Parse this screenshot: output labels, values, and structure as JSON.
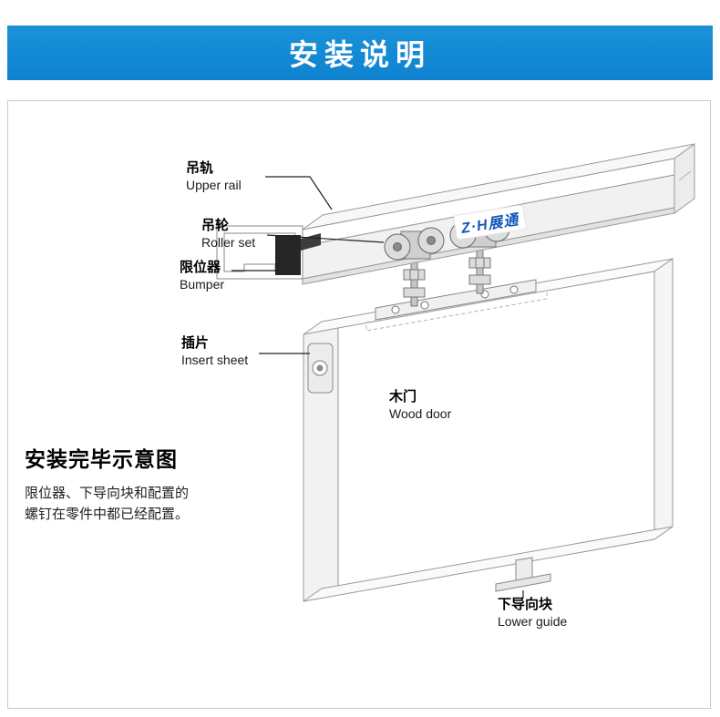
{
  "header": {
    "title": "安装说明"
  },
  "logo": {
    "text": "Z·H展通"
  },
  "labels": {
    "upper_rail": {
      "zh": "吊轨",
      "en": "Upper rail"
    },
    "roller_set": {
      "zh": "吊轮",
      "en": "Roller set"
    },
    "bumper": {
      "zh": "限位器",
      "en": "Bumper"
    },
    "insert_sheet": {
      "zh": "插片",
      "en": "Insert sheet"
    },
    "wood_door": {
      "zh": "木门",
      "en": "Wood door"
    },
    "lower_guide": {
      "zh": "下导向块",
      "en": "Lower guide"
    }
  },
  "caption": {
    "title": "安装完毕示意图",
    "line1": "限位器、下导向块和配置的",
    "line2": "螺钉在零件中都已经配置。"
  },
  "colors": {
    "header_bg": "#0e82cf",
    "logo_blue": "#1456b8",
    "bumper_black": "#262626"
  }
}
